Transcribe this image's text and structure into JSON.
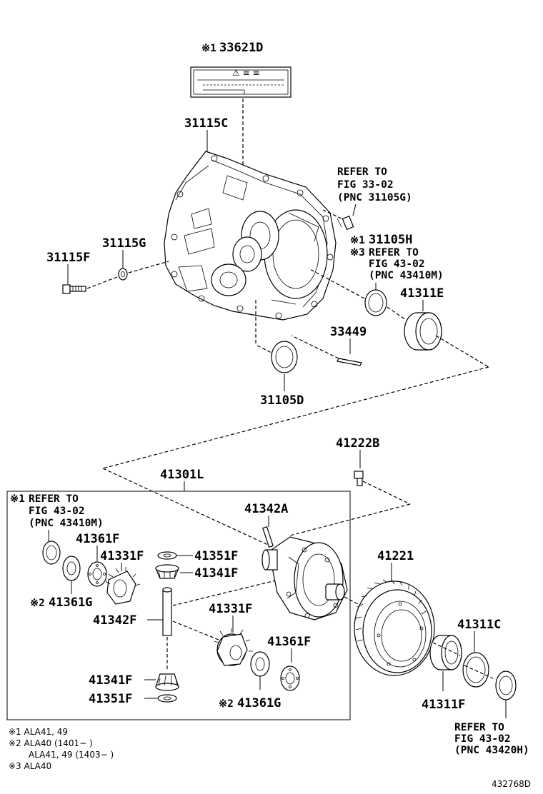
{
  "labels": {
    "p33621D": "33621D",
    "p31115C": "31115C",
    "p31115G": "31115G",
    "p31115F": "31115F",
    "p31105H": "31105H",
    "p41311E": "41311E",
    "p33449": "33449",
    "p31105D": "31105D",
    "p41222B": "41222B",
    "p41301L": "41301L",
    "p41342A": "41342A",
    "p41361F_a": "41361F",
    "p41331F_a": "41331F",
    "p41351F_a": "41351F",
    "p41341F_a": "41341F",
    "p41361G_a": "41361G",
    "p41342F": "41342F",
    "p41331F_b": "41331F",
    "p41361F_b": "41361F",
    "p41341F_b": "41341F",
    "p41351F_b": "41351F",
    "p41361G_b": "41361G",
    "p41221": "41221",
    "p41311C": "41311C",
    "p41311F": "41311F"
  },
  "marks": {
    "m1": "※1",
    "m2": "※2",
    "m3": "※3"
  },
  "refs": {
    "ref33_l1": "REFER TO",
    "ref33_l2": "FIG 33-02",
    "ref33_l3": "(PNC 31105G)",
    "ref43m_l1": "REFER TO",
    "ref43m_l2": "FIG 43-02",
    "ref43m_l3": "(PNC 43410M)",
    "box_l1": "REFER TO",
    "box_l2": "FIG 43-02",
    "box_l3": "(PNC 43410M)",
    "ref43h_l1": "REFER TO",
    "ref43h_l2": "FIG 43-02",
    "ref43h_l3": "(PNC 43420H)"
  },
  "legend": {
    "l1": "※1 ALA41, 49",
    "l2": "※2 ALA40 (1401−      )",
    "l3": "ALA41, 49 (1403−      )",
    "l4": "※3 ALA40"
  },
  "figure_id": "432768D"
}
